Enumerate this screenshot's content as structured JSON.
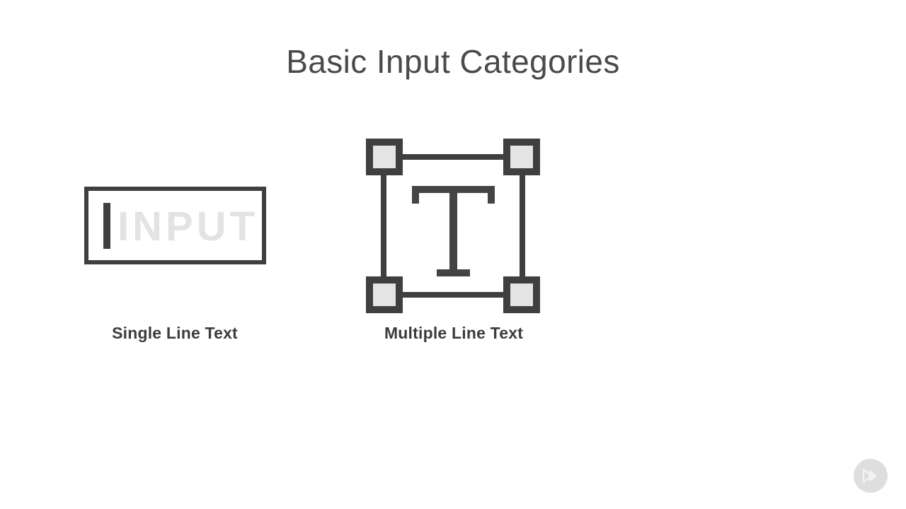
{
  "slide": {
    "title": "Basic Input Categories",
    "background_color": "#ffffff",
    "title_color": "#4a4a4a"
  },
  "categories": [
    {
      "id": "single-line-text",
      "label": "Single Line Text",
      "icon_name": "single-line-text-input-icon",
      "field_placeholder": "INPUT",
      "placeholder_color": "#e3e3e3",
      "stroke_color": "#3f3f3f"
    },
    {
      "id": "multiple-line-text",
      "label": "Multiple Line Text",
      "icon_name": "multiple-line-text-frame-icon",
      "glyph": "T",
      "handle_fill_color": "#e4e4e4",
      "stroke_color": "#3f3f3f"
    }
  ],
  "player": {
    "control_name": "play-next-button",
    "circle_color": "#dedede",
    "icon_color": "#f2f2f2"
  }
}
